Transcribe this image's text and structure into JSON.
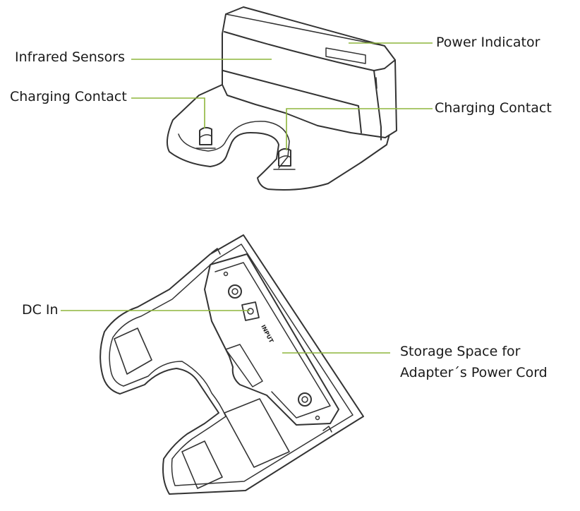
{
  "labels": {
    "infrared_sensors": "Infrared Sensors",
    "charging_contact_left": "Charging Contact",
    "charging_contact_right": "Charging Contact",
    "power_indicator": "Power Indicator",
    "dc_in": "DC In",
    "storage_space": "Storage Space for Adapter´s Power Cord",
    "input_port_marking": "INPUT"
  },
  "colors": {
    "leader_line": "#8db53b",
    "outline": "#333333",
    "background": "#ffffff"
  }
}
